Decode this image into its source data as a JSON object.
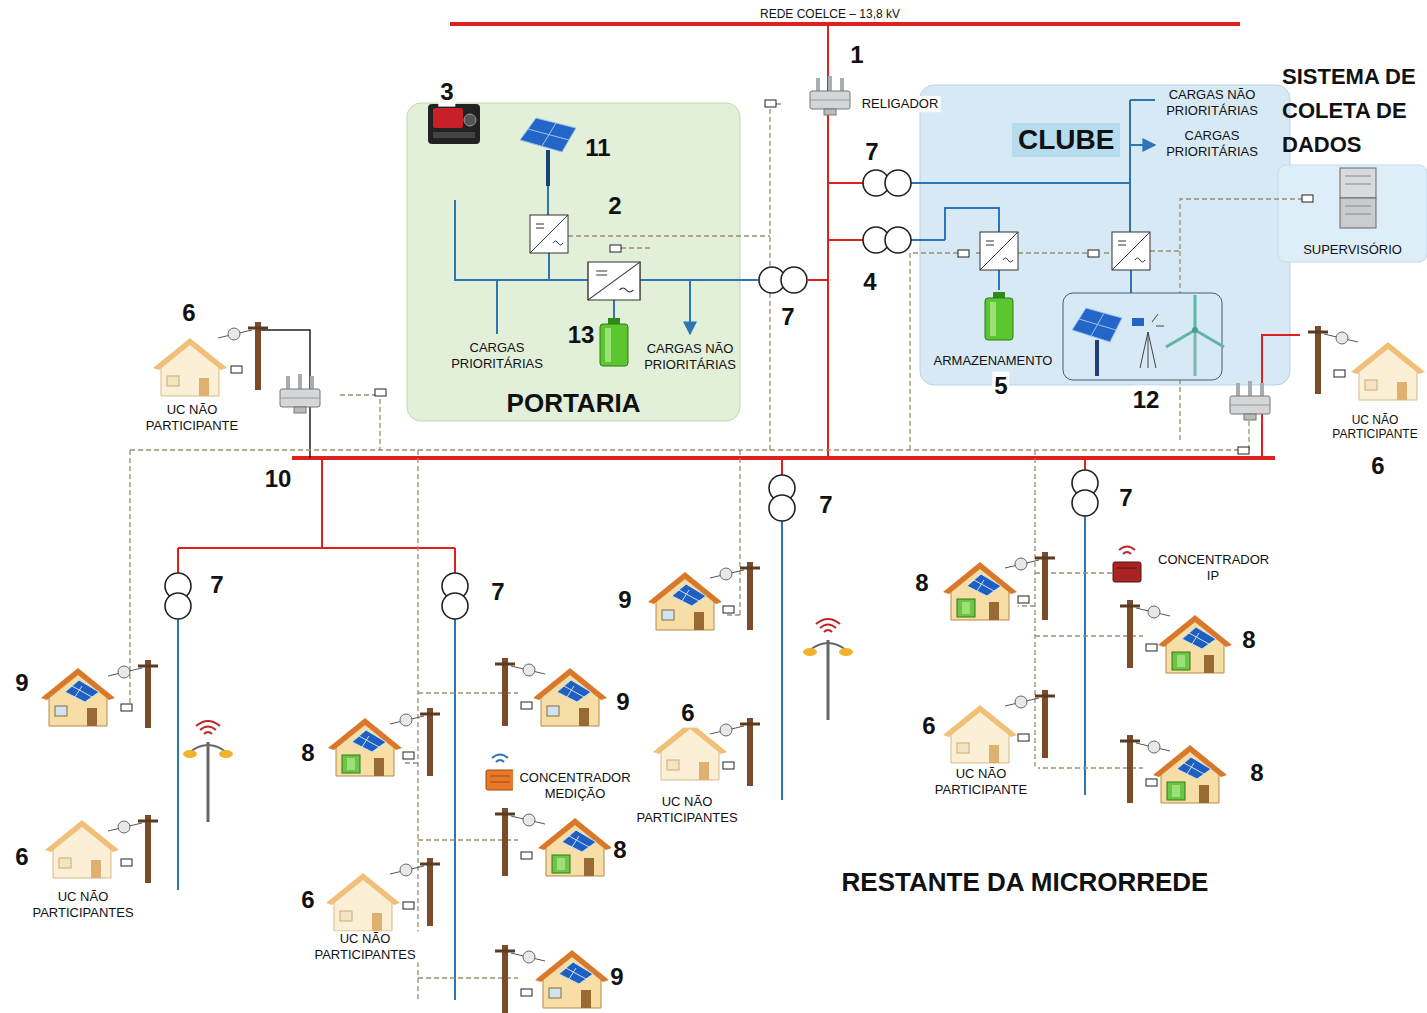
{
  "diagram": {
    "nodes": [
      {
        "text": [
          "PORTARIA"
        ]
      },
      {
        "text": [
          "CLUBE"
        ]
      },
      {
        "text": [
          "SISTEMA DE COLETA DE DADOS",
          "SUPERVISÓRIO"
        ]
      }
    ],
    "labels": [
      "REDE COELCE – 13,8 kV",
      "1",
      "3",
      "RELIGADOR",
      "CARGAS NÃO PRIORITÁRIAS",
      "11",
      "7",
      "CARGAS PRIORITÁRIAS",
      "2",
      "4",
      "7",
      "13",
      "6",
      "CARGAS PRIORITÁRIAS",
      "CARGAS NÃO PRIORITÁRIAS",
      "ARMAZENAMENTO",
      "5",
      "12",
      "UC NÃO PARTICIPANTE",
      "UC NÃO PARTICIPANTE",
      "6",
      "10",
      "7",
      "7",
      "CONCENTRADOR IP",
      "7",
      "7",
      "8",
      "9",
      "8",
      "9",
      "9",
      "6",
      "6",
      "8",
      "8",
      "UC NÃO PARTICIPANTE",
      "CONCENTRADOR MEDIÇÃO",
      "UC NÃO PARTICIPANTES",
      "8",
      "6",
      "RESTANTE DA MICRORREDE",
      "6",
      "UC NÃO PARTICIPANTES",
      "UC NÃO PARTICIPANTES",
      "9"
    ]
  }
}
